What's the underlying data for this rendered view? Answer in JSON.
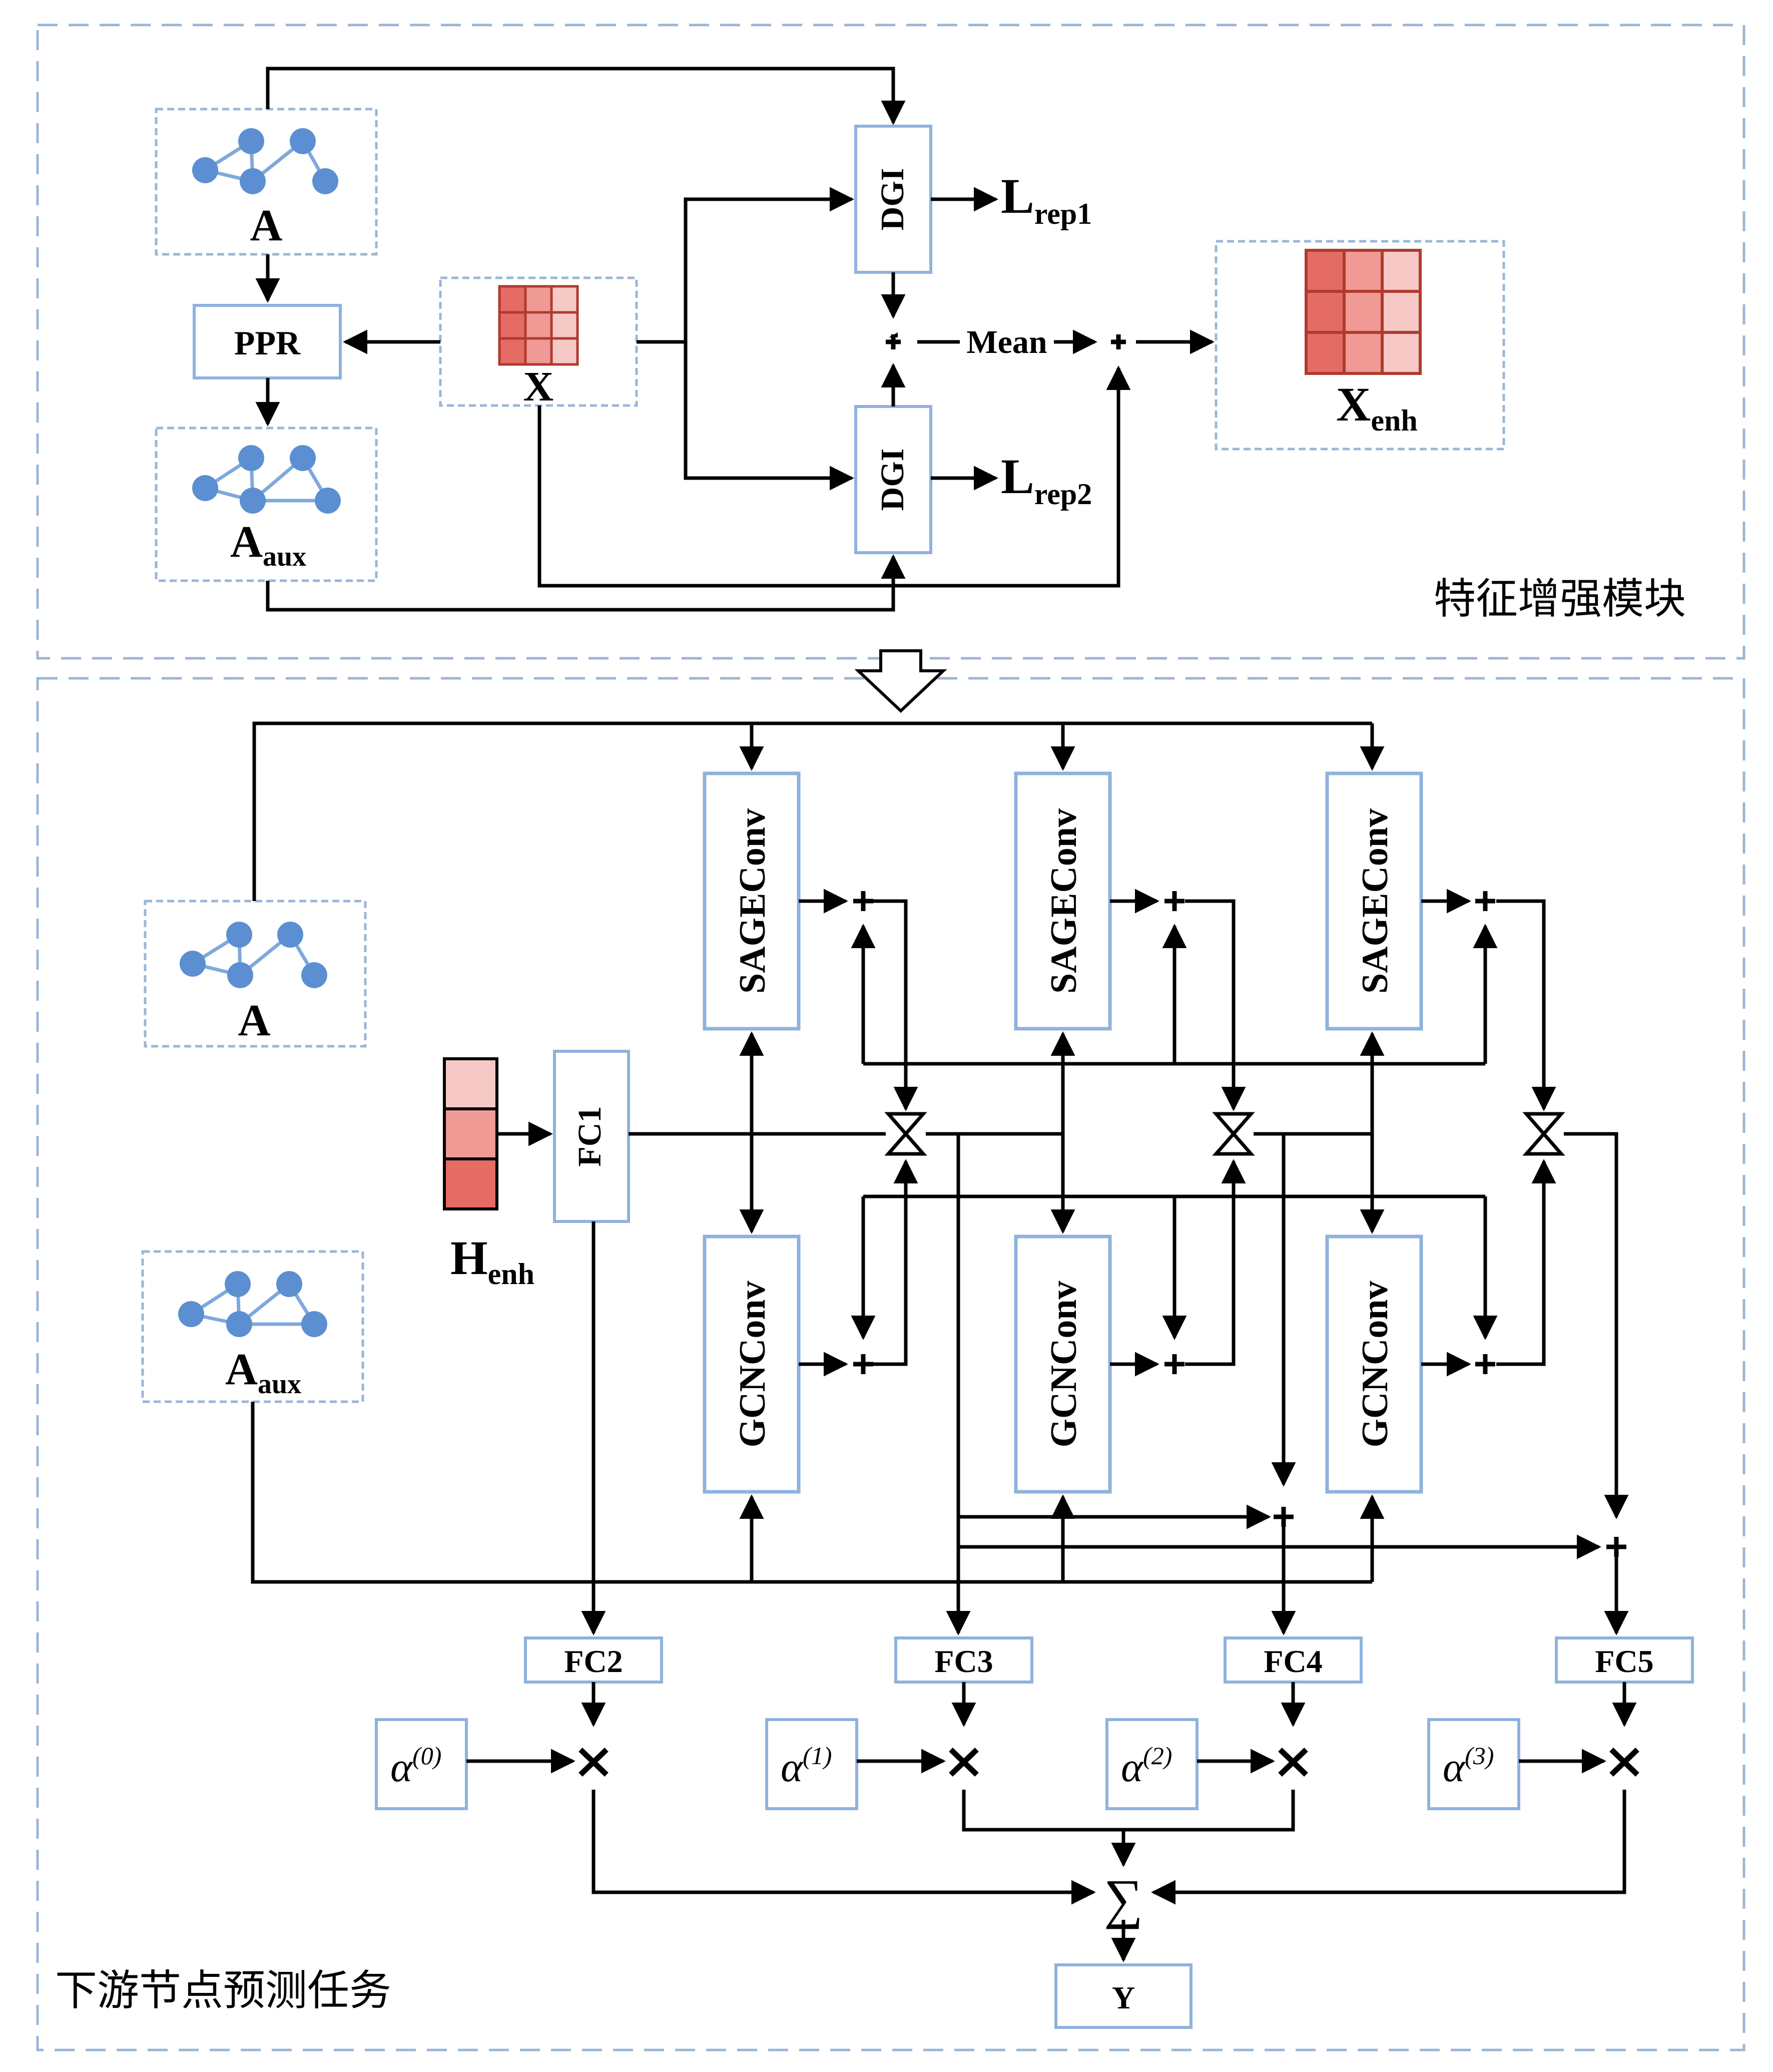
{
  "panels": {
    "top_title": "特征增强模块",
    "bottom_title": "下游节点预测任务"
  },
  "top": {
    "graph_a_label": "A",
    "graph_aux_label": "A",
    "graph_aux_sub": "aux",
    "ppr_label": "PPR",
    "x_label": "X",
    "dgi_label": "DGI",
    "dgi2_label": "DGI",
    "lrep1_main": "L",
    "lrep1_sub": "rep1",
    "lrep2_main": "L",
    "lrep2_sub": "rep2",
    "mean_label": "Mean",
    "xenh_main": "X",
    "xenh_sub": "enh"
  },
  "bottom": {
    "graph_a_label": "A",
    "graph_aux_label": "A",
    "graph_aux_sub": "aux",
    "henh_main": "H",
    "henh_sub": "enh",
    "fc1_label": "FC1",
    "sage_label": "SAGEConv",
    "gcn_label": "GCNConv",
    "fc_labels": [
      "FC2",
      "FC3",
      "FC4",
      "FC5"
    ],
    "alpha_symbol": "α",
    "alpha_sups": [
      "(0)",
      "(1)",
      "(2)",
      "(3)"
    ],
    "sum_symbol": "∑",
    "output_label": "Y"
  },
  "colors": {
    "border_blue": "#8fb2dc",
    "dashed_blue": "#9ab6d6",
    "node_blue": "#5b8fd2",
    "edge_blue": "#7fa8dc",
    "matrix_dark": "#e46c65",
    "matrix_mid": "#ef9a94",
    "matrix_light": "#f6c9c6",
    "matrix_border": "#b03a2e"
  }
}
